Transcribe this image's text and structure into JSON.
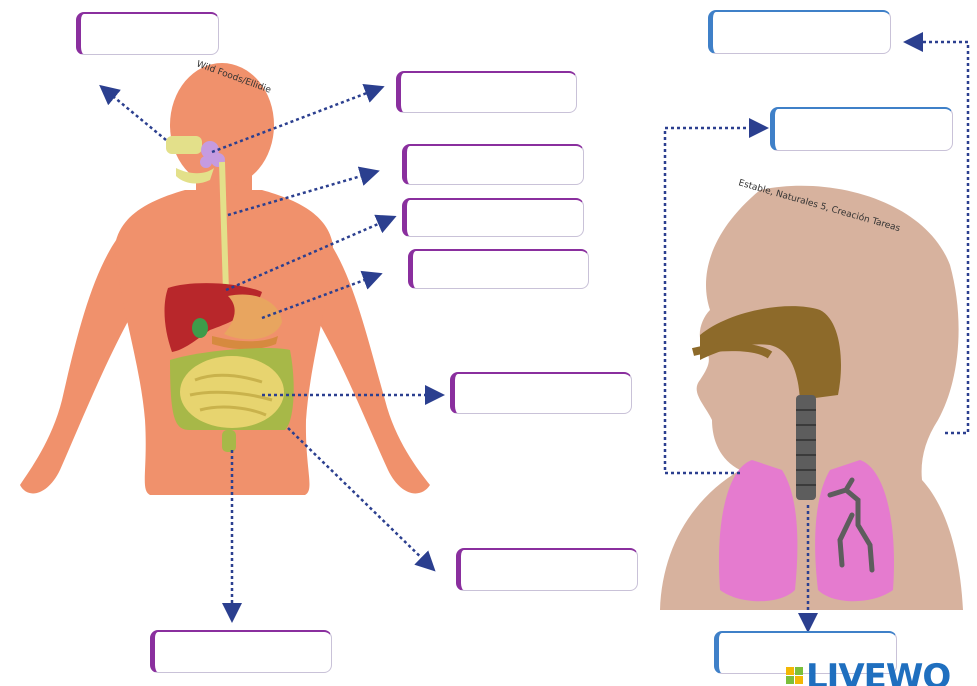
{
  "credits": {
    "digestive": "Wild Foods/Ellidie",
    "respiratory": "Estable, Naturales 5, Creación Tareas"
  },
  "logo": {
    "text": "LIVEWO"
  },
  "digestive_labels": [
    "",
    "",
    "",
    "",
    "",
    "",
    "",
    ""
  ],
  "respiratory_labels": [
    "",
    "",
    ""
  ],
  "colors": {
    "skin": "#f0916c",
    "intestine": "#c9c85a",
    "liver": "#b8272b",
    "stomach": "#e8a55f",
    "silhouette": "#d7b29e",
    "lung": "#e57bcf",
    "airway": "#8d6a2a",
    "arrow": "#2b3f8f",
    "purple_frame": "#8a2f9e",
    "blue_frame": "#3f80c8"
  }
}
